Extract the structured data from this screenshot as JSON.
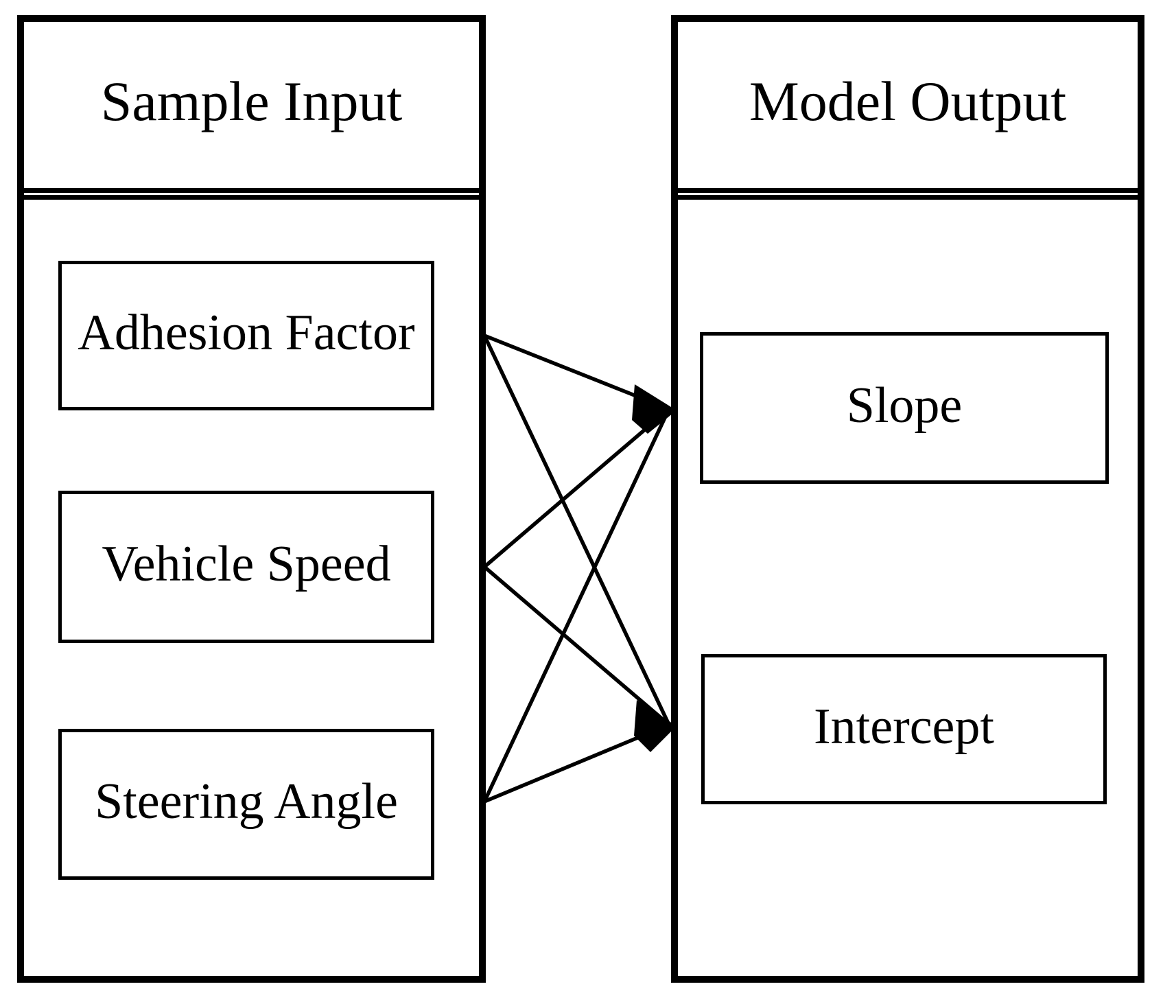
{
  "diagram": {
    "input_panel": {
      "title": "Sample Input",
      "items": [
        {
          "id": "adhesion-factor",
          "label": "Adhesion Factor"
        },
        {
          "id": "vehicle-speed",
          "label": "Vehicle Speed"
        },
        {
          "id": "steering-angle",
          "label": "Steering Angle"
        }
      ]
    },
    "output_panel": {
      "title": "Model Output",
      "items": [
        {
          "id": "slope",
          "label": "Slope"
        },
        {
          "id": "intercept",
          "label": "Intercept"
        }
      ]
    },
    "edges": [
      {
        "from": "adhesion-factor",
        "to": "slope"
      },
      {
        "from": "adhesion-factor",
        "to": "intercept"
      },
      {
        "from": "vehicle-speed",
        "to": "slope"
      },
      {
        "from": "vehicle-speed",
        "to": "intercept"
      },
      {
        "from": "steering-angle",
        "to": "slope"
      },
      {
        "from": "steering-angle",
        "to": "intercept"
      }
    ],
    "colors": {
      "line": "#000000",
      "background": "#ffffff",
      "text": "#000000"
    }
  }
}
